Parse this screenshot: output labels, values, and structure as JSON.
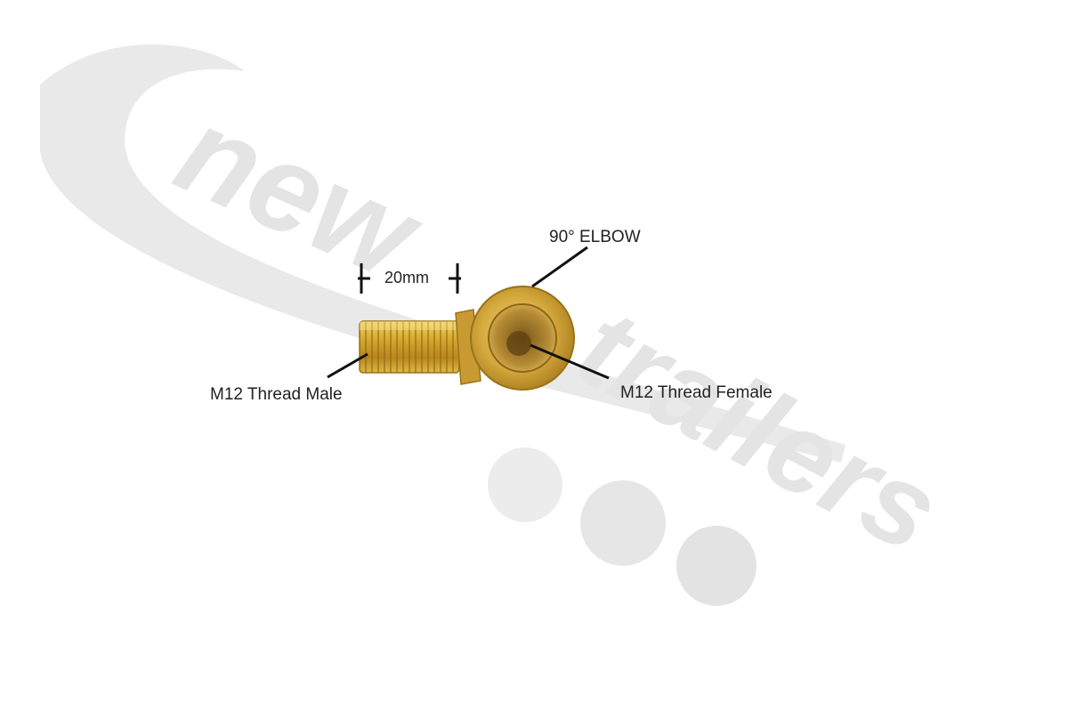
{
  "watermark": {
    "text_line1": "new",
    "text_line2": "trailers",
    "color": "#e4e4e4"
  },
  "product": {
    "name": "brass-90-degree-elbow-fitting",
    "material_color": "#c9a43a"
  },
  "annotations": {
    "elbow": "90° ELBOW",
    "dimension": "20mm",
    "male_thread": "M12 Thread Male",
    "female_thread": "M12 Thread Female"
  }
}
